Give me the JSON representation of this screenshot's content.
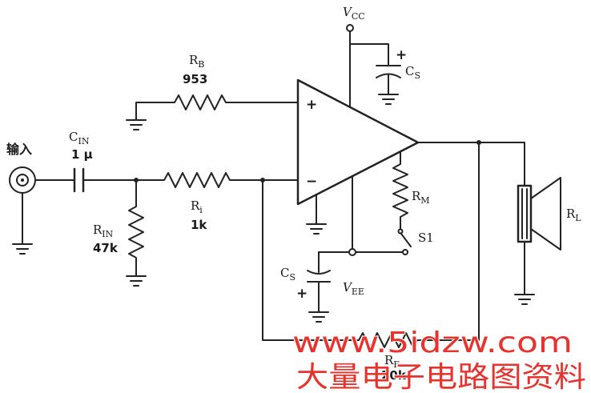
{
  "diagram": {
    "input_label": "输入",
    "vcc": {
      "main": "V",
      "sub": "CC"
    },
    "vee": {
      "main": "V",
      "sub": "EE"
    },
    "cs_top": {
      "main": "C",
      "sub": "S",
      "polarity": "+"
    },
    "cs_bottom": {
      "main": "C",
      "sub": "S",
      "polarity": "+"
    },
    "rb": {
      "main": "R",
      "sub": "B",
      "value": "953"
    },
    "cin": {
      "main": "C",
      "sub": "IN",
      "value": "1 μ"
    },
    "ri": {
      "main": "R",
      "sub": "i",
      "value": "1k"
    },
    "rin": {
      "main": "R",
      "sub": "IN",
      "value": "47k"
    },
    "rm": {
      "main": "R",
      "sub": "M"
    },
    "s1": "S1",
    "rl": {
      "main": "R",
      "sub": "L"
    },
    "rf": {
      "main": "R",
      "sub": "F",
      "value": "20k"
    },
    "opamp": {
      "noninverting": "+",
      "inverting": "−"
    }
  },
  "watermark": {
    "url": "www.5idzw.com",
    "caption": "大量电子电路图资料"
  },
  "colors": {
    "line": "#222222",
    "watermark": "#e8322e",
    "background": "#ffffff"
  }
}
